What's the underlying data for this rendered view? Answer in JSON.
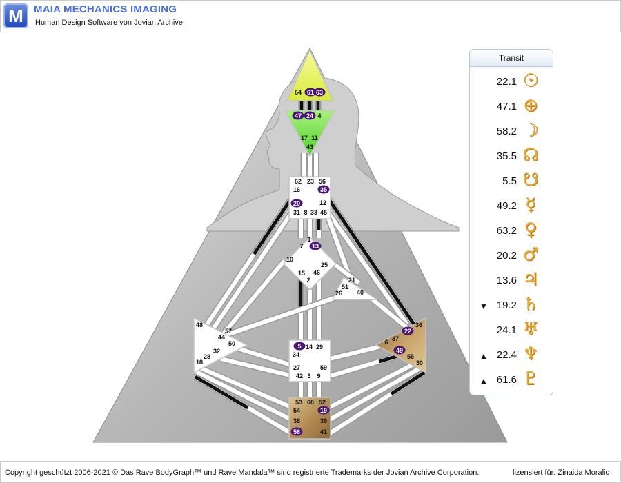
{
  "header": {
    "logo_letter": "M",
    "app_title": "MAIA MECHANICS IMAGING",
    "app_subtitle": "Human Design Software von Jovian Archive"
  },
  "transit": {
    "title": "Transit",
    "rows": [
      {
        "arrow": "",
        "value": "22.1",
        "glyph": "☉",
        "icon": "sun-icon"
      },
      {
        "arrow": "",
        "value": "47.1",
        "glyph": "⊕",
        "icon": "earth-icon"
      },
      {
        "arrow": "",
        "value": "58.2",
        "glyph": "☽",
        "icon": "moon-icon"
      },
      {
        "arrow": "",
        "value": "35.5",
        "glyph": "☊",
        "icon": "north-node-icon"
      },
      {
        "arrow": "",
        "value": "5.5",
        "glyph": "☋",
        "icon": "south-node-icon"
      },
      {
        "arrow": "",
        "value": "49.2",
        "glyph": "☿",
        "icon": "mercury-icon"
      },
      {
        "arrow": "",
        "value": "63.2",
        "glyph": "♀",
        "icon": "venus-icon"
      },
      {
        "arrow": "",
        "value": "20.2",
        "glyph": "♂",
        "icon": "mars-icon"
      },
      {
        "arrow": "",
        "value": "13.6",
        "glyph": "♃",
        "icon": "jupiter-icon"
      },
      {
        "arrow": "▼",
        "value": "19.2",
        "glyph": "♄",
        "icon": "saturn-icon"
      },
      {
        "arrow": "",
        "value": "24.1",
        "glyph": "♅",
        "icon": "uranus-icon"
      },
      {
        "arrow": "▲",
        "value": "22.4",
        "glyph": "♆",
        "icon": "neptune-icon"
      },
      {
        "arrow": "▲",
        "value": "61.6",
        "glyph": "♇",
        "icon": "pluto-icon"
      }
    ]
  },
  "bodygraph": {
    "active_gates": [
      "61",
      "63",
      "47",
      "24",
      "35",
      "20",
      "13",
      "5",
      "22",
      "49",
      "19",
      "58"
    ],
    "colors": {
      "head": "#e5f25a",
      "ajna": "#7ee247",
      "solar_plexus": "#b99559",
      "root": "#b9935b",
      "highlight": "#4a1578",
      "channel_active": "#111111",
      "channel_open": "#ffffff"
    },
    "gates": {
      "g64": "64",
      "g61": "61",
      "g63": "63",
      "g47": "47",
      "g24": "24",
      "g4": "4",
      "g17": "17",
      "g11": "11",
      "g43": "43",
      "g62": "62",
      "g23": "23",
      "g56": "56",
      "g16": "16",
      "g35": "35",
      "g20": "20",
      "g12": "12",
      "g31": "31",
      "g8": "8",
      "g33": "33",
      "g45": "45",
      "g1": "1",
      "g7": "7",
      "g13": "13",
      "g10": "10",
      "g25": "25",
      "g15": "15",
      "g46": "46",
      "g2": "2",
      "g21": "21",
      "g51": "51",
      "g26": "26",
      "g40": "40",
      "g48": "48",
      "g57": "57",
      "g44": "44",
      "g50": "50",
      "g32": "32",
      "g28": "28",
      "g18": "18",
      "g36": "36",
      "g22": "22",
      "g37": "37",
      "g6": "6",
      "g49": "49",
      "g55": "55",
      "g30": "30",
      "g5": "5",
      "g14": "14",
      "g29": "29",
      "g34": "34",
      "g27": "27",
      "g59": "59",
      "g42": "42",
      "g3": "3",
      "g9": "9",
      "g53": "53",
      "g60": "60",
      "g52": "52",
      "g54": "54",
      "g19": "19",
      "g38": "38",
      "g39": "39",
      "g58": "58",
      "g41": "41"
    }
  },
  "footer": {
    "copyright": "Copyright geschützt 2006-2021 ©.Das Rave BodyGraph™ und Rave Mandala™ sind registrierte Trademarks der Jovian Archive Corporation.",
    "license": "lizensiert für: Zinaida Moralic"
  }
}
